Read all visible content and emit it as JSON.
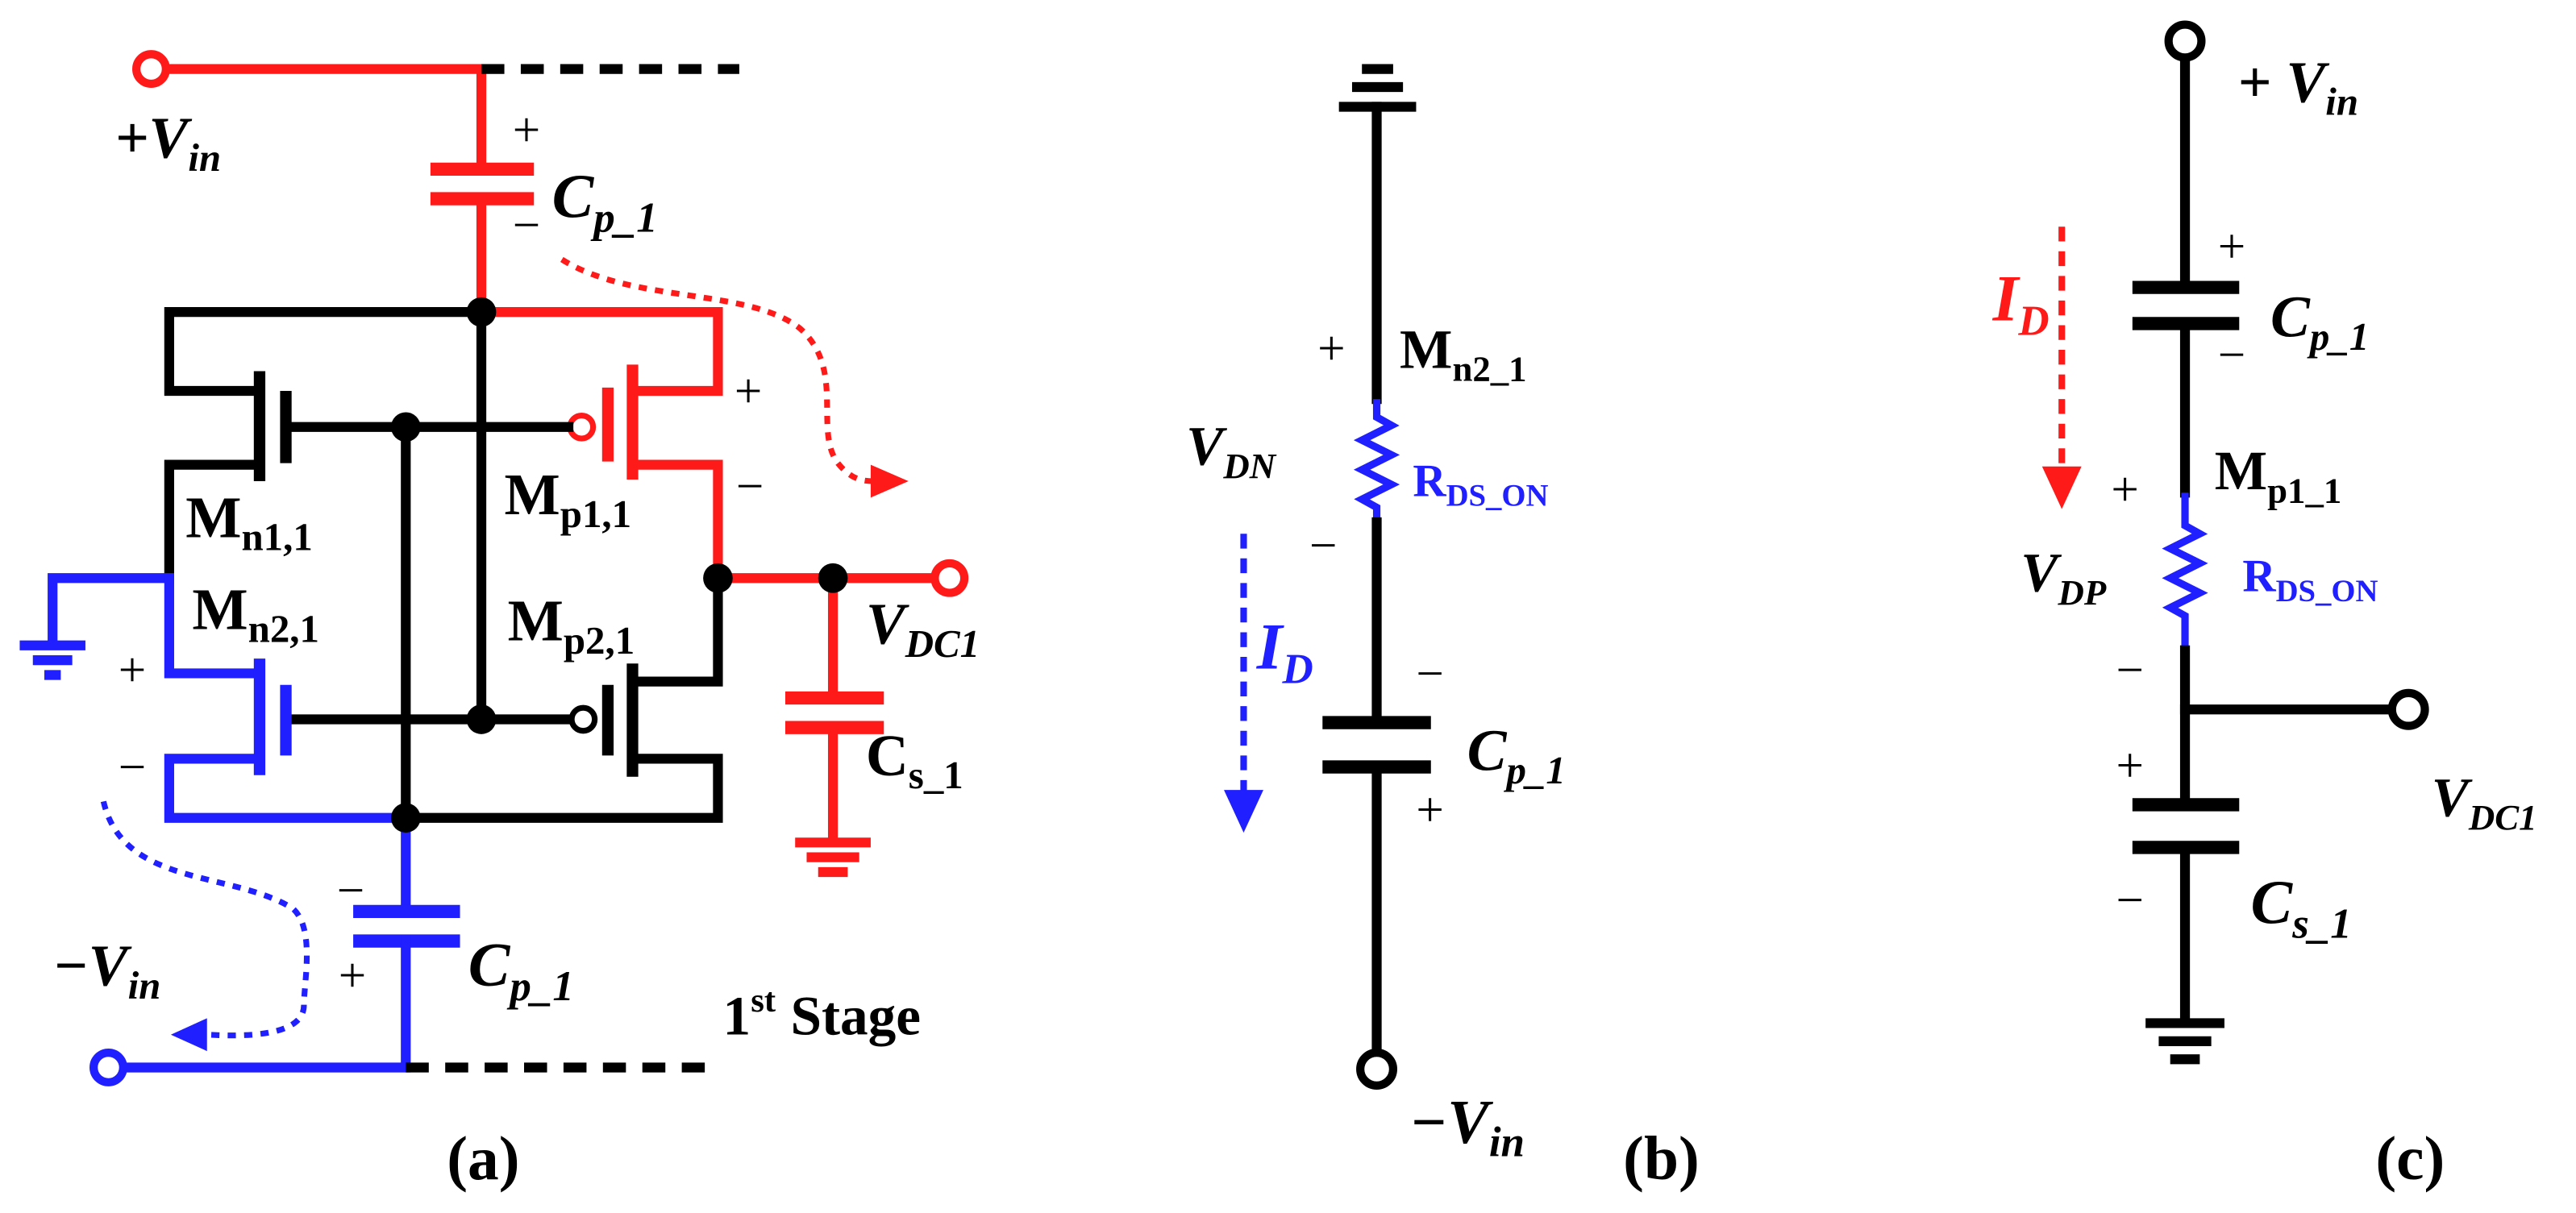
{
  "colors": {
    "positive_path": "#ff1a1a",
    "negative_path": "#1f1fff",
    "wire": "#000000"
  },
  "panel_a": {
    "caption": "(a)",
    "vin_pos": {
      "base": "+V",
      "sub": "in"
    },
    "vin_neg": {
      "base": "−V",
      "sub": "in"
    },
    "cp_top": {
      "base": "C",
      "sub": "p_1",
      "plus": "+",
      "minus": "−"
    },
    "cp_bottom": {
      "base": "C",
      "sub": "p_1",
      "plus": "+",
      "minus": "−"
    },
    "mn1": {
      "base": "M",
      "sub": "n1,1"
    },
    "mp1": {
      "base": "M",
      "sub": "p1,1",
      "plus": "+",
      "minus": "−"
    },
    "mn2": {
      "base": "M",
      "sub": "n2,1",
      "plus": "+",
      "minus": "−"
    },
    "mp2": {
      "base": "M",
      "sub": "p2,1"
    },
    "vdc": {
      "base": "V",
      "sub": "DC1"
    },
    "cs": {
      "base": "C",
      "sub": "s_1"
    },
    "stage": {
      "number": "1",
      "sup": "st",
      "label": "Stage"
    }
  },
  "panel_b": {
    "caption": "(b)",
    "switch": {
      "base": "M",
      "sub": "n2_1",
      "plus": "+",
      "minus": "−"
    },
    "vds": {
      "base": "V",
      "sub": "DN"
    },
    "resistance": {
      "base": "R",
      "sub": "DS_ON"
    },
    "current": {
      "base": "I",
      "sub": "D"
    },
    "cp": {
      "base": "C",
      "sub": "p_1",
      "plus": "+",
      "minus": "−"
    },
    "vin_neg": {
      "base": "−V",
      "sub": "in"
    }
  },
  "panel_c": {
    "caption": "(c)",
    "vin_pos": {
      "base": "+ V",
      "sub": "in"
    },
    "current": {
      "base": "I",
      "sub": "D"
    },
    "cp": {
      "base": "C",
      "sub": "p_1",
      "plus": "+",
      "minus": "−"
    },
    "switch": {
      "base": "M",
      "sub": "p1_1",
      "plus": "+",
      "minus": "−"
    },
    "vds": {
      "base": "V",
      "sub": "DP"
    },
    "resistance": {
      "base": "R",
      "sub": "DS_ON"
    },
    "vdc": {
      "base": "V",
      "sub": "DC1"
    },
    "cs": {
      "base": "C",
      "sub": "s_1",
      "plus": "+",
      "minus": "−"
    }
  }
}
